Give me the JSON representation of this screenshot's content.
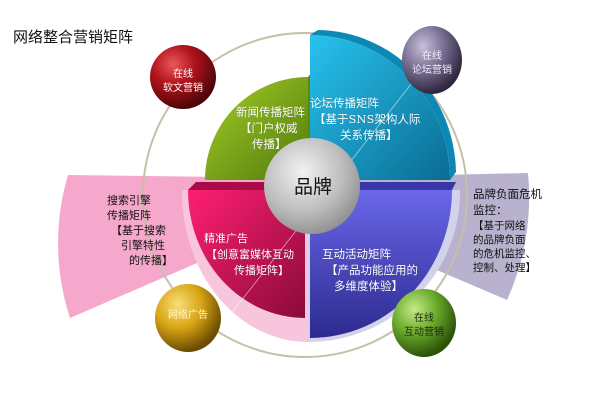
{
  "title": "网络整合营销矩阵",
  "center": {
    "label": "品牌",
    "color": "#bdbdbd"
  },
  "colors": {
    "ring": "#c8bfa8",
    "green": "#79a814",
    "cyan": "#16a9d6",
    "magenta": "#e0125e",
    "blue": "#4b48c8",
    "pink_fan": "#f5a3c9",
    "lavender_fan": "#b5aecb"
  },
  "quadrants": [
    {
      "id": "news",
      "color": "#79a814",
      "lines": [
        "新闻传播矩阵",
        "【门户权威",
        "传播】"
      ]
    },
    {
      "id": "forum",
      "color": "#16a9d6",
      "lines": [
        "论坛传播矩阵",
        "【基于SNS架构人际",
        "关系传播】"
      ]
    },
    {
      "id": "ads",
      "color": "#e0125e",
      "lines": [
        "精准广告",
        "【创意富媒体互动",
        "传播矩阵】"
      ]
    },
    {
      "id": "interactive",
      "color": "#4b48c8",
      "lines": [
        "互动活动矩阵",
        "【产品功能应用的",
        "多维度体验】"
      ]
    }
  ],
  "fans": [
    {
      "id": "search",
      "color": "#f5a3c9",
      "lines": [
        "搜索引擎",
        "传播矩阵",
        "【基于搜索",
        "引擎特性",
        "的传播】"
      ]
    },
    {
      "id": "crisis",
      "color": "#b5aecb",
      "lines": [
        "品牌负面危机",
        "监控：",
        "【基于网络",
        "的品牌负面",
        "的危机监控、",
        "控制、处理】"
      ]
    }
  ],
  "spheres": [
    {
      "id": "soft-article",
      "color": "#b3141c",
      "lines": [
        "在线",
        "软文营销"
      ]
    },
    {
      "id": "forum-marketing",
      "color": "#7a6f93",
      "lines": [
        "在线",
        "论坛营销"
      ]
    },
    {
      "id": "web-ads",
      "color": "#d9a514",
      "lines": [
        "网络广告"
      ]
    },
    {
      "id": "interactive-marketing",
      "color": "#6aab2c",
      "lines": [
        "在线",
        "互动营销"
      ]
    }
  ]
}
